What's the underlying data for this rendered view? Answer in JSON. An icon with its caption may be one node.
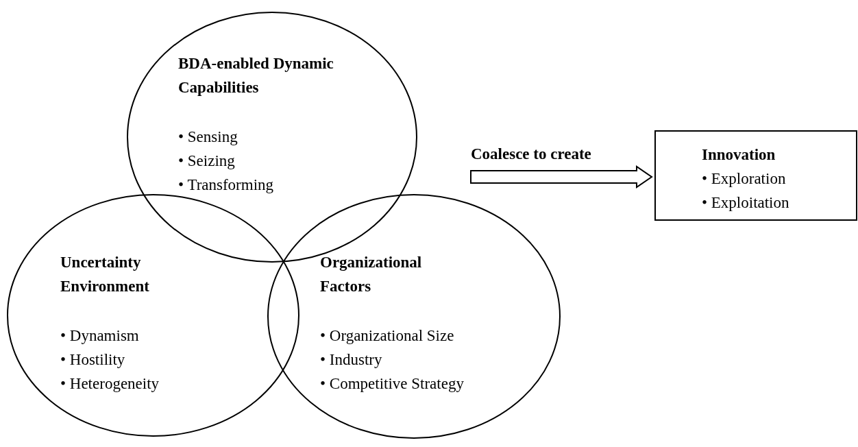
{
  "diagram": {
    "nodes": [
      {
        "text": [
          "BDA-enabled Dynamic Capabilities",
          "• Sensing",
          "• Seizing",
          "• Transforming"
        ]
      },
      {
        "text": [
          "Uncertainty Environment",
          "• Dynamism",
          "• Hostility",
          "• Heterogeneity"
        ]
      },
      {
        "text": [
          "Organizational Factors",
          "• Organizational Size",
          "• Industry",
          "• Competitive Strategy"
        ]
      },
      {
        "text": [
          "Innovation",
          "• Exploration",
          "• Exploitation"
        ]
      }
    ],
    "edges": [
      {
        "from": null,
        "to": 3,
        "arrow": "to",
        "label": "Coalesce to create"
      }
    ]
  }
}
